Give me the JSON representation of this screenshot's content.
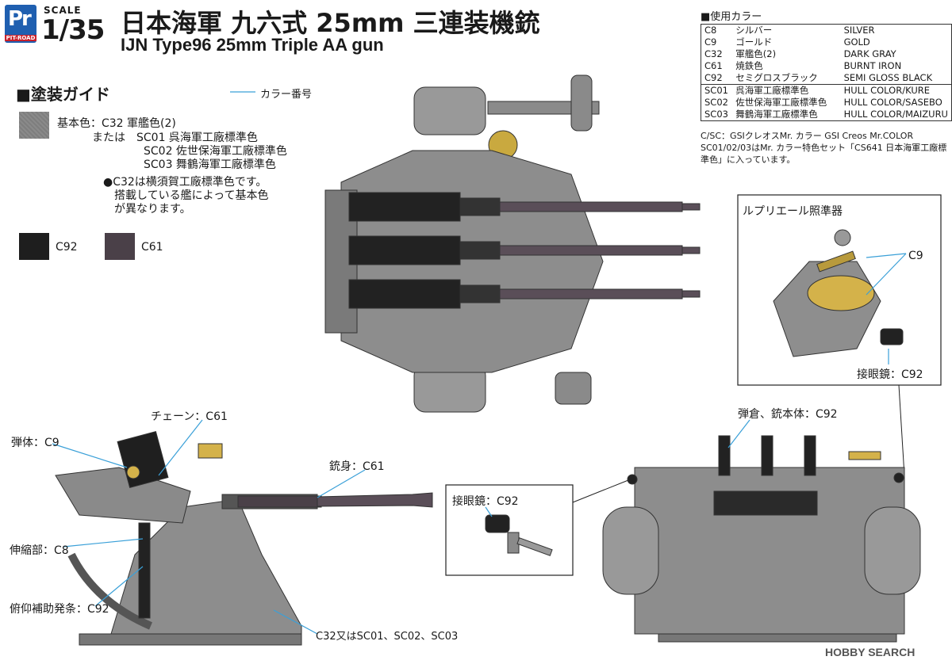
{
  "header": {
    "logo_mark": "Pr",
    "logo_text": "PIT-ROAD",
    "scale_label": "SCALE",
    "scale_value": "1/35",
    "title_jp": "日本海軍 九六式 25mm 三連装機銃",
    "title_en": "IJN Type96 25mm Triple AA gun"
  },
  "colors_used": {
    "heading": "■使用カラー",
    "rows": [
      {
        "code": "C8",
        "jp": "シルバー",
        "en": "SILVER"
      },
      {
        "code": "C9",
        "jp": "ゴールド",
        "en": "GOLD"
      },
      {
        "code": "C32",
        "jp": "軍艦色(2)",
        "en": "DARK GRAY"
      },
      {
        "code": "C61",
        "jp": "焼鉄色",
        "en": "BURNT IRON"
      },
      {
        "code": "C92",
        "jp": "セミグロスブラック",
        "en": "SEMI GLOSS BLACK"
      },
      {
        "code": "SC01",
        "jp": "呉海軍工廠標準色",
        "en": "HULL COLOR/KURE"
      },
      {
        "code": "SC02",
        "jp": "佐世保海軍工廠標準色",
        "en": "HULL COLOR/SASEBO"
      },
      {
        "code": "SC03",
        "jp": "舞鶴海軍工廠標準色",
        "en": "HULL COLOR/MAIZURU"
      }
    ],
    "note1": "C/SC：GSIクレオスMr. カラー GSI Creos Mr.COLOR",
    "note2": "SC01/02/03はMr. カラー特色セット「CS641 日本海軍工廠標準色」に入っています。"
  },
  "guide": {
    "heading": "■塗装ガイド",
    "legend_color_number": "カラー番号",
    "base_line": "基本色：C32 軍艦色(2)",
    "alt_line1": "または　SC01 呉海軍工廠標準色",
    "alt_line2": "SC02 佐世保海軍工廠標準色",
    "alt_line3": "SC03 舞鶴海軍工廠標準色",
    "note_line1": "●C32は横須賀工廠標準色です。",
    "note_line2": "搭載している艦によって基本色",
    "note_line3": "が異なります。",
    "swatch_black": "C92",
    "swatch_iron": "C61",
    "swatch_colors": {
      "gray": "#858585",
      "black": "#1e1e1e",
      "iron": "#4a4048",
      "gold": "#d4b24a",
      "leader": "#3aa0d8"
    }
  },
  "callouts": {
    "sight_title": "ルプリエール照準器",
    "sight_c9": "C9",
    "sight_eyepiece": "接眼鏡：C92",
    "chain": "チェーン：C61",
    "projectile": "弾体：C9",
    "barrel": "銃身：C61",
    "telescopic": "伸縮部：C8",
    "elevation": "俯仰補助発条：C92",
    "base_alt": "C32又はSC01、SC02、SC03",
    "eyepiece_box": "接眼鏡：C92",
    "magazine": "弾倉、銃本体：C92"
  },
  "watermark": "HOBBY SEARCH"
}
